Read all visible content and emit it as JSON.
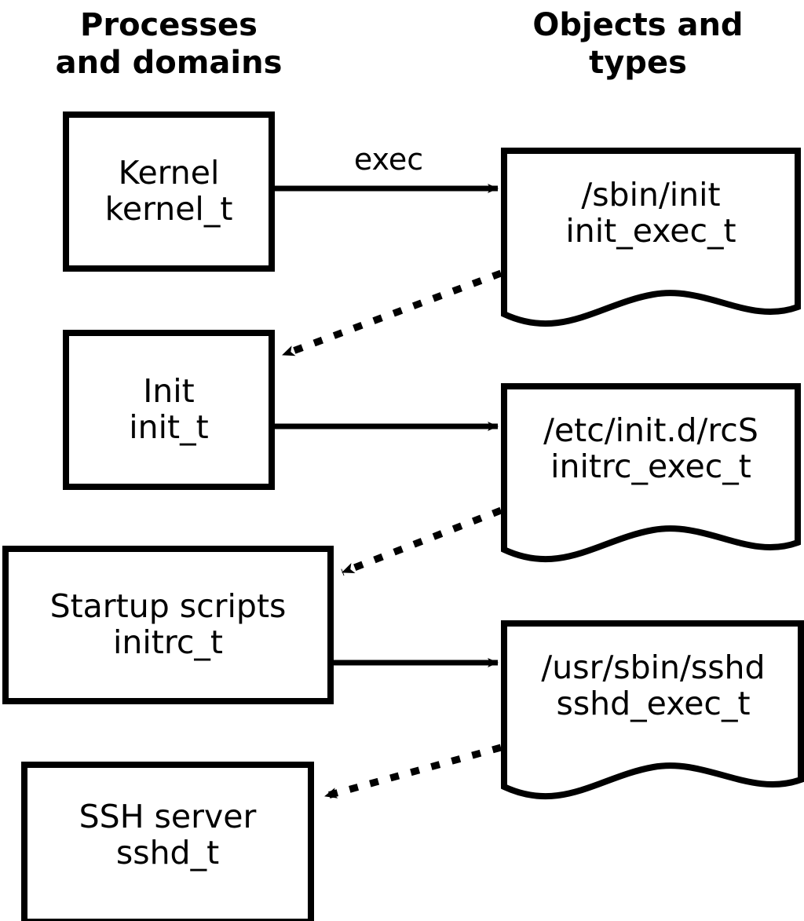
{
  "headers": {
    "left": "Processes\nand domains",
    "right": "Objects and\ntypes"
  },
  "processes": [
    {
      "id": "kernel",
      "title": "Kernel",
      "type": "kernel_t",
      "shape": "rectangle"
    },
    {
      "id": "init",
      "title": "Init",
      "type": "init_t",
      "shape": "rectangle"
    },
    {
      "id": "startup-scripts",
      "title": "Startup scripts",
      "type": "initrc_t",
      "shape": "rectangle"
    },
    {
      "id": "ssh-server",
      "title": "SSH server",
      "type": "sshd_t",
      "shape": "rectangle"
    }
  ],
  "objects": [
    {
      "id": "sbin-init",
      "path": "/sbin/init",
      "type": "init_exec_t",
      "shape": "document"
    },
    {
      "id": "etc-initd-rcs",
      "path": "/etc/init.d/rcS",
      "type": "initrc_exec_t",
      "shape": "document"
    },
    {
      "id": "usr-sbin-sshd",
      "path": "/usr/sbin/sshd",
      "type": "sshd_exec_t",
      "shape": "document"
    }
  ],
  "edges": [
    {
      "id": "kernel-exec-init",
      "from": "kernel",
      "to": "sbin-init",
      "label": "exec",
      "style": "solid"
    },
    {
      "id": "initexec-transition-init",
      "from": "sbin-init",
      "to": "init",
      "label": "",
      "style": "dotted"
    },
    {
      "id": "init-exec-rcs",
      "from": "init",
      "to": "etc-initd-rcs",
      "label": "",
      "style": "solid"
    },
    {
      "id": "initrcexec-transition-initrc",
      "from": "etc-initd-rcs",
      "to": "startup-scripts",
      "label": "",
      "style": "dotted"
    },
    {
      "id": "initrc-exec-sshd",
      "from": "startup-scripts",
      "to": "usr-sbin-sshd",
      "label": "",
      "style": "solid"
    },
    {
      "id": "sshdexec-transition-sshd",
      "from": "usr-sbin-sshd",
      "to": "ssh-server",
      "label": "",
      "style": "dotted"
    }
  ],
  "colors": {
    "stroke": "#000000",
    "fill": "#ffffff",
    "text": "#000000"
  }
}
